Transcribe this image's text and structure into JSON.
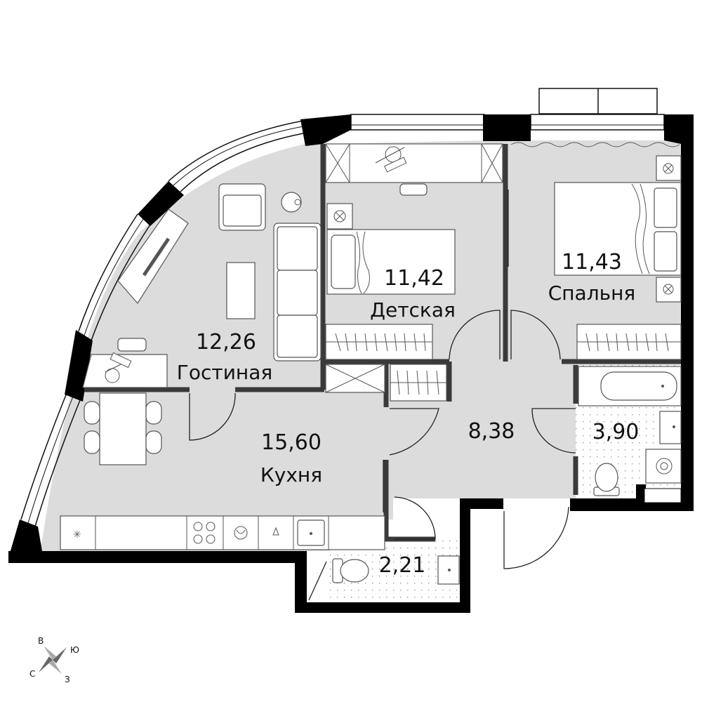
{
  "colors": {
    "floor": "#dcdcdc",
    "wet_floor": "#ffffff",
    "walls": "#000000",
    "interior_walls": "#3a3a3a",
    "furniture": "#ffffff"
  },
  "rooms": {
    "living": {
      "area": "12,26",
      "name": "Гостиная"
    },
    "kitchen": {
      "area": "15,60",
      "name": "Кухня"
    },
    "kids": {
      "area": "11,42",
      "name": "Детская"
    },
    "bedroom": {
      "area": "11,43",
      "name": "Спальня"
    },
    "hall": {
      "area": "8,38"
    },
    "bathroom": {
      "area": "3,90"
    },
    "wc": {
      "area": "2,21"
    }
  },
  "compass": {
    "north": "С",
    "south": "Ю",
    "east": "В",
    "west": "З"
  },
  "icons": [
    "compass-icon",
    "sofa-icon",
    "armchair-icon",
    "bed-icon",
    "bathtub-icon",
    "toilet-icon",
    "sink-icon",
    "stove-icon",
    "washing-machine-icon",
    "wardrobe-icon",
    "desk-icon",
    "dining-table-icon"
  ]
}
